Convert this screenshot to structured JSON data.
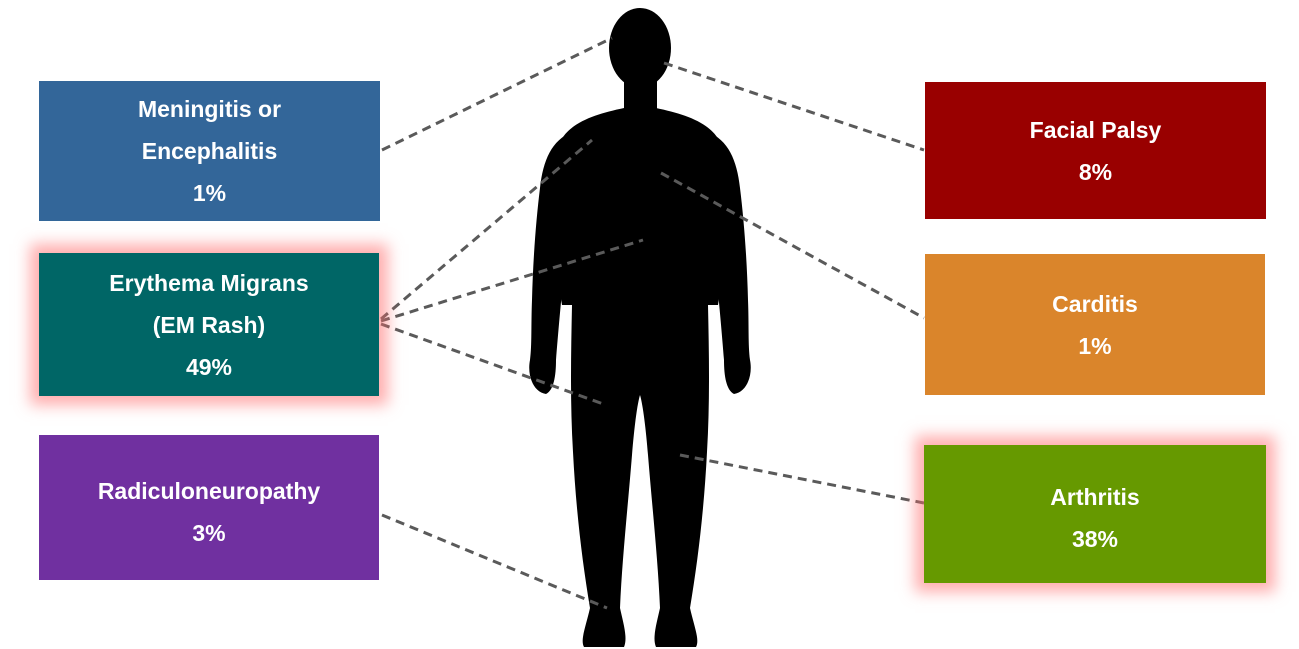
{
  "boxes": {
    "meningitis": {
      "lines": [
        "Meningitis or",
        "Encephalitis",
        "1%"
      ],
      "color": "#336699"
    },
    "erythema": {
      "lines": [
        "Erythema Migrans",
        "(EM Rash)",
        "49%"
      ],
      "color": "#006666",
      "highlighted": true
    },
    "radiculo": {
      "lines": [
        "Radiculoneuropathy",
        "3%"
      ],
      "color": "#7030A0"
    },
    "facial": {
      "lines": [
        "Facial Palsy",
        "8%"
      ],
      "color": "#990000"
    },
    "carditis": {
      "lines": [
        "Carditis",
        "1%"
      ],
      "color": "#DA852B"
    },
    "arthritis": {
      "lines": [
        "Arthritis",
        "38%"
      ],
      "color": "#669900",
      "highlighted": true
    }
  },
  "colors": {
    "silhouette": "#000000",
    "connector": "#5a5a5a",
    "highlight_glow": "#ff6e6e"
  }
}
